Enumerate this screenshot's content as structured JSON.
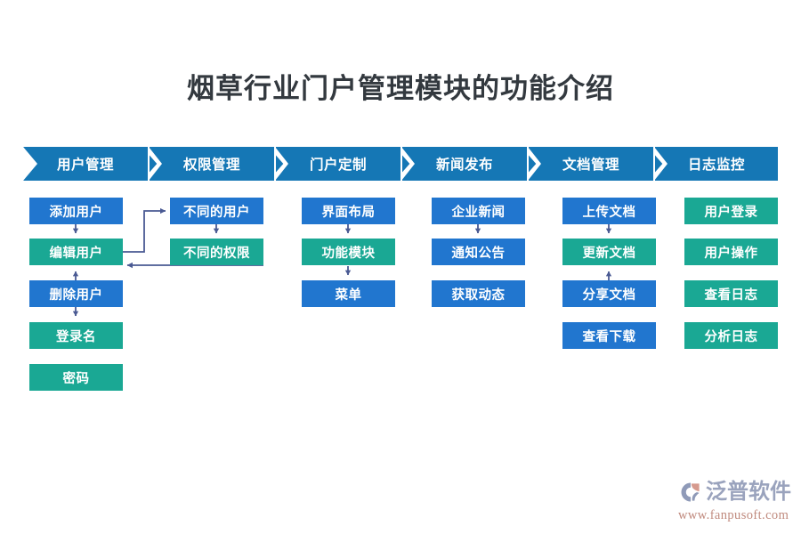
{
  "page": {
    "title": "烟草行业门户管理模块的功能介绍",
    "background": "#ffffff"
  },
  "colors": {
    "header_blue": "#1577b5",
    "box_blue": "#2176cf",
    "box_teal": "#1aa894",
    "title_text": "#33393f",
    "connector": "#4a5a93",
    "logo_text": "#9aa3bd",
    "logo_url": "#c08a7e"
  },
  "header": {
    "steps": [
      {
        "label": "用户管理"
      },
      {
        "label": "权限管理"
      },
      {
        "label": "门户定制"
      },
      {
        "label": "新闻发布"
      },
      {
        "label": "文档管理"
      },
      {
        "label": "日志监控"
      }
    ]
  },
  "columns": [
    {
      "key": "user-management",
      "items": [
        {
          "label": "添加用户",
          "color": "blue"
        },
        {
          "label": "编辑用户",
          "color": "teal"
        },
        {
          "label": "删除用户",
          "color": "blue"
        },
        {
          "label": "登录名",
          "color": "teal"
        },
        {
          "label": "密码",
          "color": "teal"
        }
      ]
    },
    {
      "key": "permission-management",
      "items": [
        {
          "label": "不同的用户",
          "color": "blue"
        },
        {
          "label": "不同的权限",
          "color": "teal"
        }
      ]
    },
    {
      "key": "portal-customization",
      "items": [
        {
          "label": "界面布局",
          "color": "blue"
        },
        {
          "label": "功能模块",
          "color": "teal"
        },
        {
          "label": "菜单",
          "color": "blue"
        }
      ]
    },
    {
      "key": "news-publishing",
      "items": [
        {
          "label": "企业新闻",
          "color": "blue"
        },
        {
          "label": "通知公告",
          "color": "blue"
        },
        {
          "label": "获取动态",
          "color": "blue"
        }
      ]
    },
    {
      "key": "document-management",
      "items": [
        {
          "label": "上传文档",
          "color": "blue"
        },
        {
          "label": "更新文档",
          "color": "teal"
        },
        {
          "label": "分享文档",
          "color": "blue"
        },
        {
          "label": "查看下载",
          "color": "blue"
        }
      ]
    },
    {
      "key": "log-monitoring",
      "items": [
        {
          "label": "用户登录",
          "color": "teal"
        },
        {
          "label": "用户操作",
          "color": "teal"
        },
        {
          "label": "查看日志",
          "color": "teal"
        },
        {
          "label": "分析日志",
          "color": "teal"
        }
      ]
    }
  ],
  "logo": {
    "name": "泛普软件",
    "url": "www.fanpusoft.com"
  }
}
